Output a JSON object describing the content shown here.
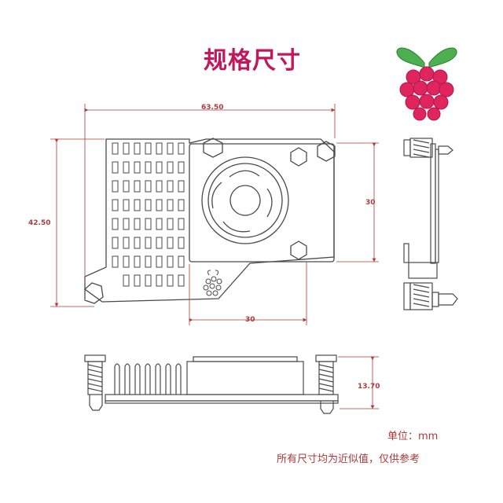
{
  "title": "规格尺寸",
  "dimensions": {
    "overall_width": "63.50",
    "overall_height": "42.50",
    "fan_height": "30",
    "fan_width": "30",
    "thickness": "13.70"
  },
  "unit_label": "单位：mm",
  "note": "所有尺寸均为近似值，仅供参考",
  "colors": {
    "accent": "#c2185b",
    "dimension": "#b03a3a",
    "outline": "#4a4a4a",
    "raspberry": "#e0245e",
    "leaf": "#4caf50"
  },
  "icons": [
    "raspberry-pi-logo"
  ]
}
